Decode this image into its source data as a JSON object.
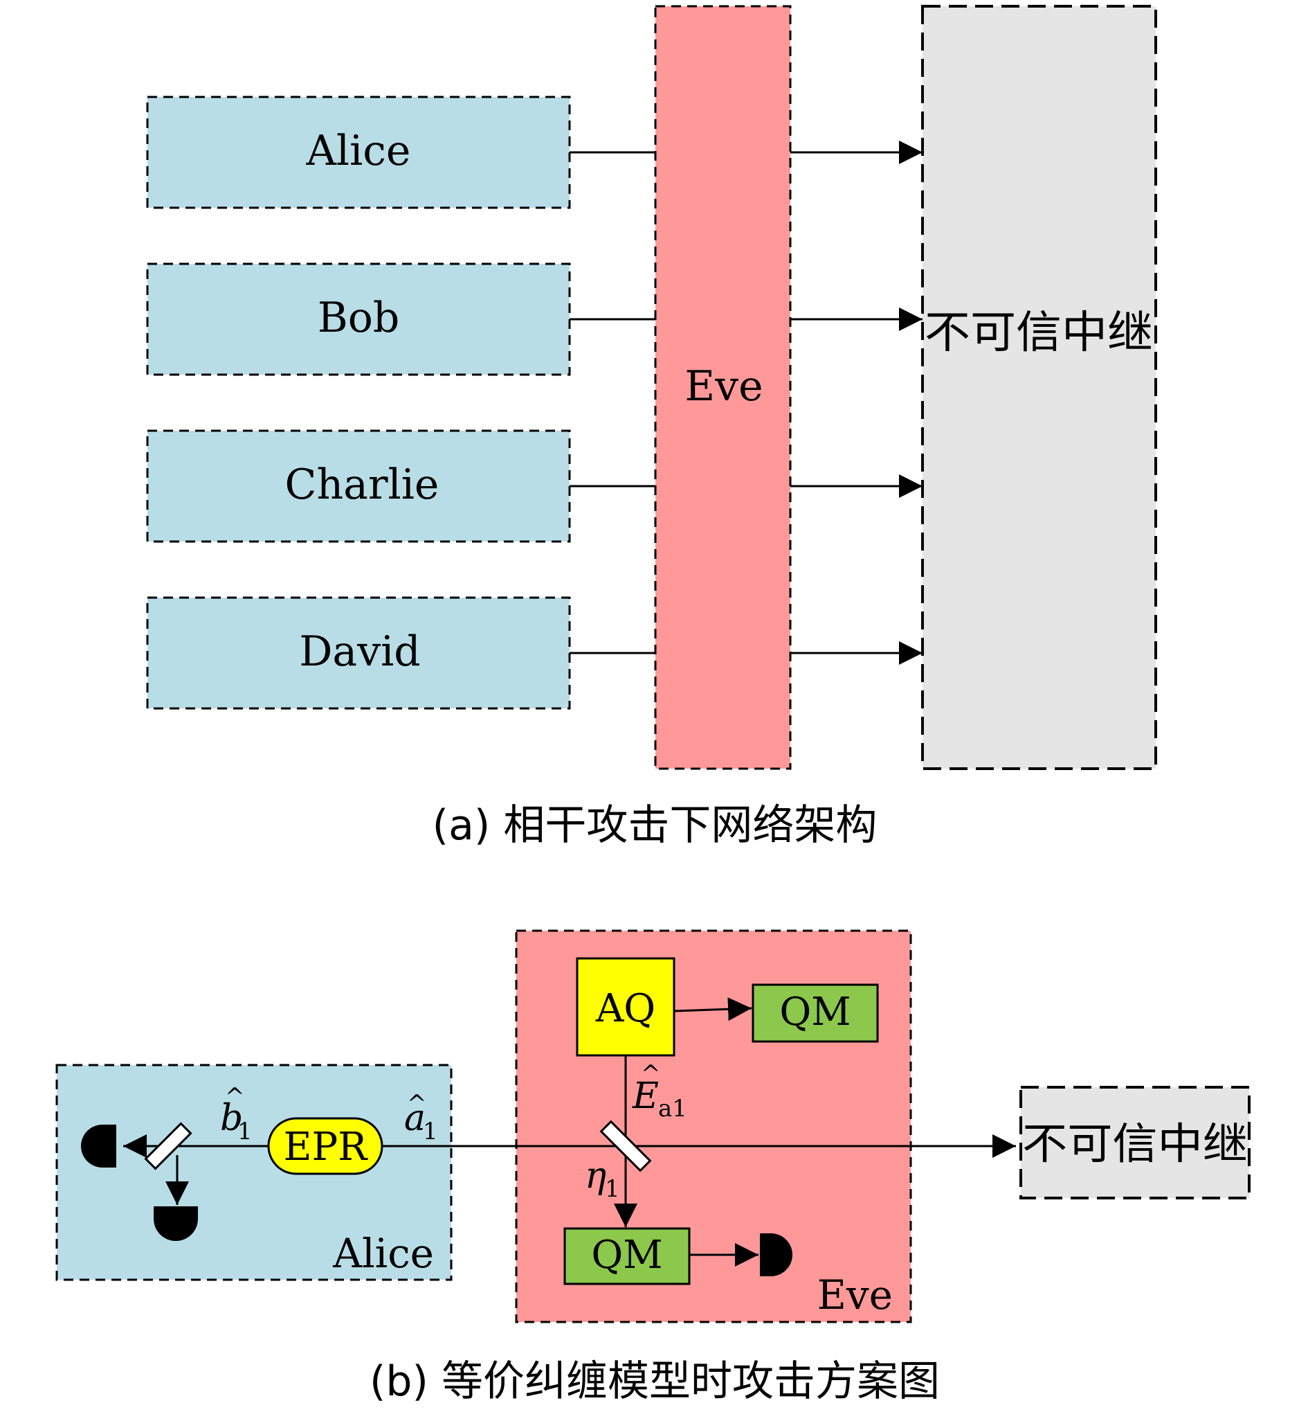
{
  "panel_a": {
    "users": [
      "Alice",
      "Bob",
      "Charlie",
      "David"
    ],
    "eve_label": "Eve",
    "relay_label": "不可信中继",
    "caption": "(a) 相干攻击下网络架构"
  },
  "panel_b": {
    "alice_label": "Alice",
    "eve_label": "Eve",
    "epr_label": "EPR",
    "aq_label": "AQ",
    "qm_top_label": "QM",
    "qm_bottom_label": "QM",
    "relay_label": "不可信中继",
    "mode_b": "b",
    "mode_a": "a",
    "subscript_1": "1",
    "mode_E": "E",
    "subscript_a1": "a1",
    "eta": "η",
    "caption": "(b) 等价纠缠模型时攻击方案图"
  },
  "colors": {
    "user_box": "#b9dde6",
    "eve_box": "#ff9999",
    "relay_box": "#e5e5e5",
    "aq_box": "#ffff00",
    "qm_box": "#8cc84b",
    "epr_box": "#ffff00"
  }
}
